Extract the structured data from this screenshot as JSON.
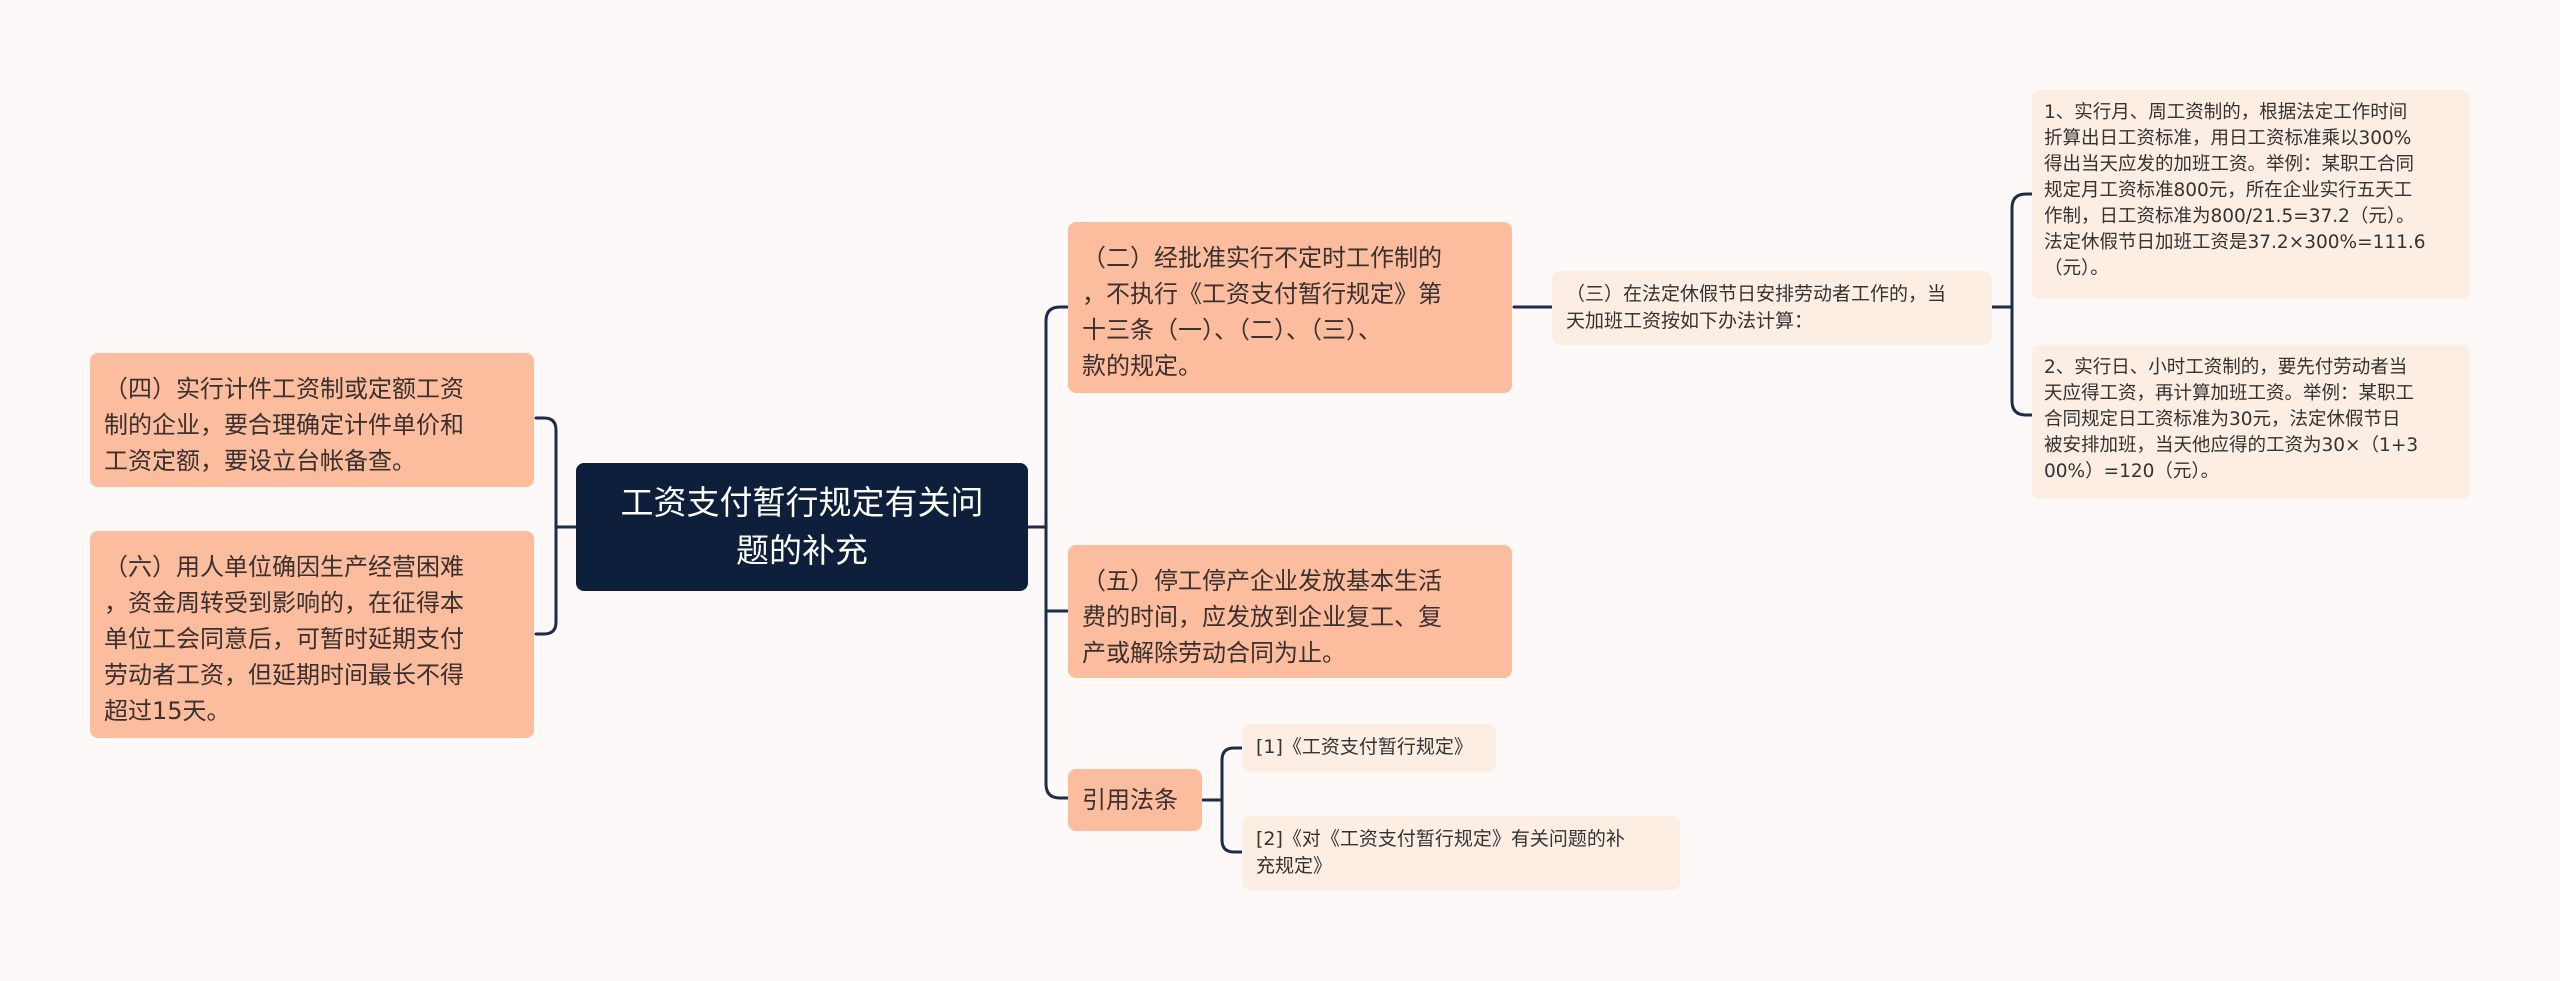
{
  "root": {
    "title": "工资支付暂行规定有关问\n题的补充"
  },
  "left": {
    "piece_rate": "（四）实行计件工资制或定额工资\n制的企业，要合理确定计件单价和\n工资定额，要设立台帐备查。",
    "delay_pay": "（六）用人单位确因生产经营困难\n，资金周转受到影响的，在征得本\n单位工会同意后，可暂时延期支付\n劳动者工资，但延期时间最长不得\n超过15天。"
  },
  "right": {
    "irregular_hours": "（二）经批准实行不定时工作制的\n，不执行《工资支付暂行规定》第\n十三条（一）、（二）、（三）、\n款的规定。",
    "holiday_calc": "（三）在法定休假节日安排劳动者工作的，当\n天加班工资按如下办法计算：",
    "monthly_system": "1、实行月、周工资制的，根据法定工作时间\n折算出日工资标准，用日工资标准乘以300%\n得出当天应发的加班工资。举例：某职工合同\n规定月工资标准800元，所在企业实行五天工\n作制，日工资标准为800/21.5=37.2（元）。\n法定休假节日加班工资是37.2×300%=111.6\n（元）。",
    "daily_system": "2、实行日、小时工资制的，要先付劳动者当\n天应得工资，再计算加班工资。举例：某职工\n合同规定日工资标准为30元，法定休假节日\n被安排加班，当天他应得的工资为30×（1+3\n00%）=120（元）。",
    "shutdown": "（五）停工停产企业发放基本生活\n费的时间，应发放到企业复工、复\n产或解除劳动合同为止。",
    "citations": {
      "label": "引用法条",
      "ref1": "[1]《工资支付暂行规定》",
      "ref2": "[2]《对《工资支付暂行规定》有关问题的补\n充规定》"
    }
  },
  "colors": {
    "background": "#fdf9f8",
    "root_fill": "#0e1f3b",
    "branch_fill": "#fbbd9e",
    "leaf_fill": "#fdeee3",
    "connector": "#1d2c4a"
  }
}
